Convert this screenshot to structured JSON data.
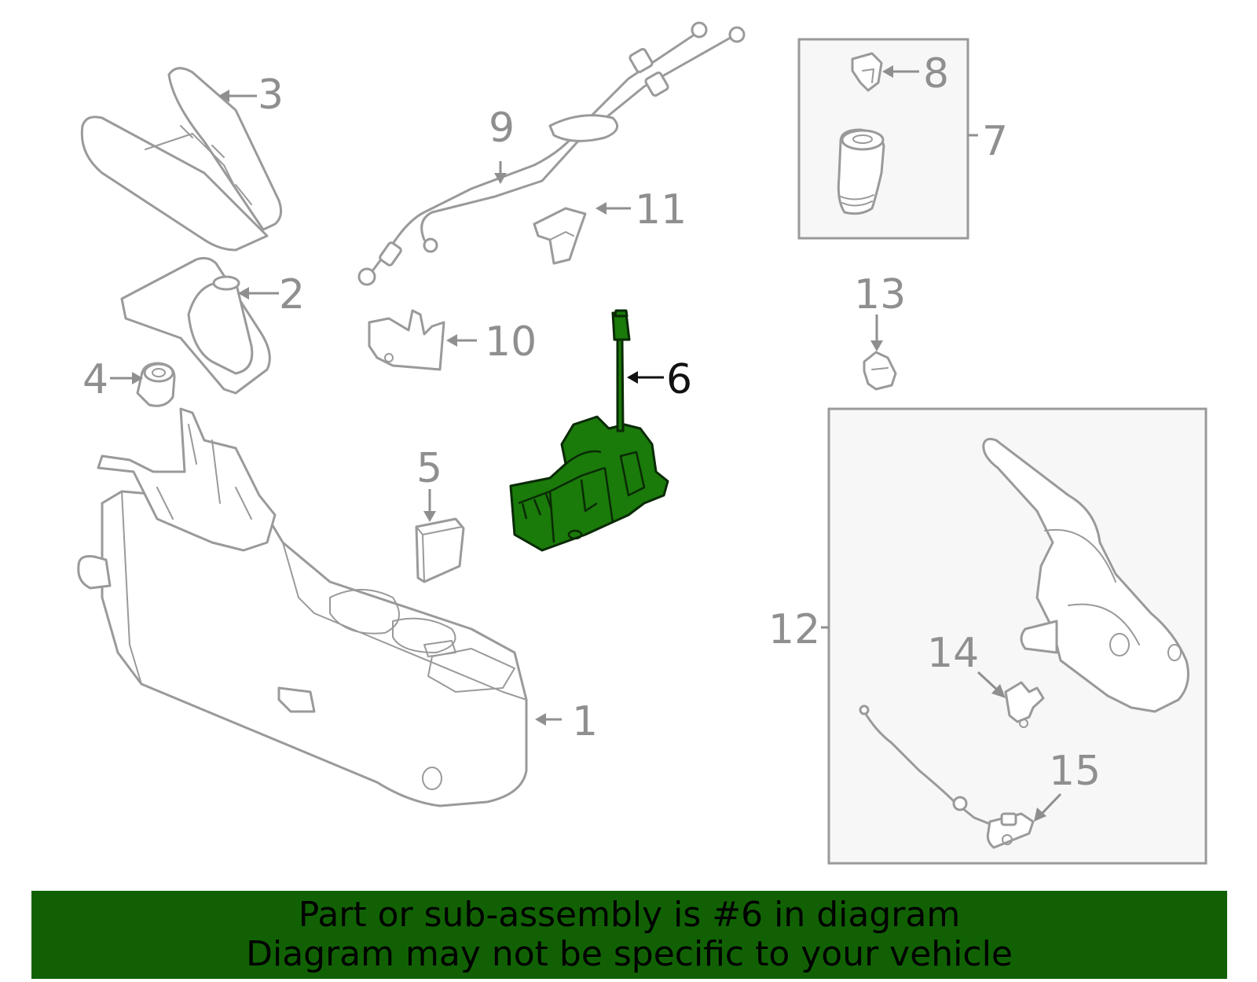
{
  "callouts": {
    "c1": "1",
    "c2": "2",
    "c3": "3",
    "c4": "4",
    "c5": "5",
    "c6": "6",
    "c7": "7",
    "c8": "8",
    "c9": "9",
    "c10": "10",
    "c11": "11",
    "c12": "12",
    "c13": "13",
    "c14": "14",
    "c15": "15"
  },
  "highlighted_part": "6",
  "colors": {
    "highlight": "#1a7a0a",
    "banner": "#116104",
    "line": "#9a9a9a"
  },
  "banner": {
    "line1": "Part or sub-assembly is #6 in diagram",
    "line2": "Diagram may not be specific to your vehicle"
  }
}
